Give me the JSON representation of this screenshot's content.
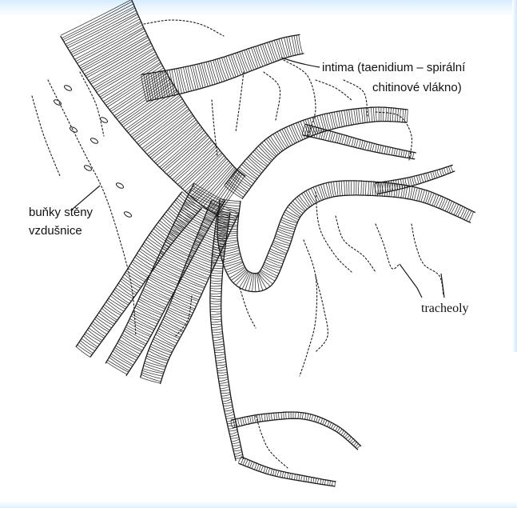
{
  "labels": {
    "intima_line1": "intima (taenidium – spirální",
    "intima_line2": "chitinové vlákno)",
    "cells_line1": "buňky stěny",
    "cells_line2": "vzdušnice",
    "tracheoles": "tracheoly"
  },
  "colors": {
    "ink": "#1a1a1a",
    "frame_tint": "#d6ecff"
  }
}
